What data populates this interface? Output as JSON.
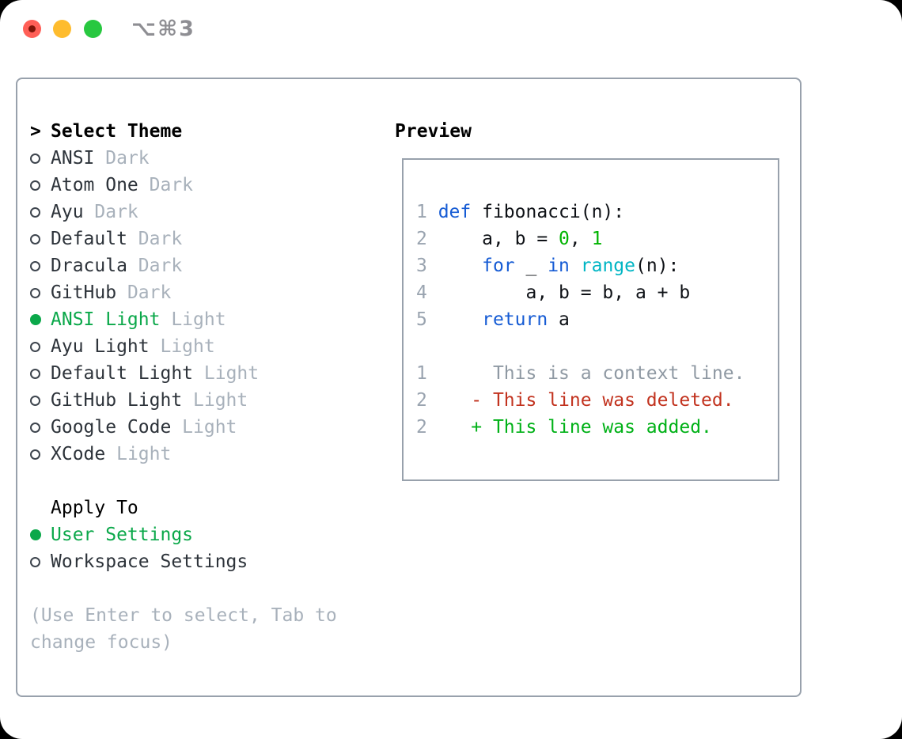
{
  "window": {
    "shortcut_label": "⌥⌘3"
  },
  "theme_selector": {
    "cursor": ">",
    "title": "Select Theme",
    "items": [
      {
        "name": "ANSI",
        "variant": "Dark",
        "selected": false
      },
      {
        "name": "Atom One",
        "variant": "Dark",
        "selected": false
      },
      {
        "name": "Ayu",
        "variant": "Dark",
        "selected": false
      },
      {
        "name": "Default",
        "variant": "Dark",
        "selected": false
      },
      {
        "name": "Dracula",
        "variant": "Dark",
        "selected": false
      },
      {
        "name": "GitHub",
        "variant": "Dark",
        "selected": false
      },
      {
        "name": "ANSI Light",
        "variant": "Light",
        "selected": true
      },
      {
        "name": "Ayu Light",
        "variant": "Light",
        "selected": false
      },
      {
        "name": "Default Light",
        "variant": "Light",
        "selected": false
      },
      {
        "name": "GitHub Light",
        "variant": "Light",
        "selected": false
      },
      {
        "name": "Google Code",
        "variant": "Light",
        "selected": false
      },
      {
        "name": "XCode",
        "variant": "Light",
        "selected": false
      }
    ]
  },
  "apply_to": {
    "title": "Apply To",
    "options": [
      {
        "name": "User Settings",
        "selected": true
      },
      {
        "name": "Workspace Settings",
        "selected": false
      }
    ]
  },
  "hint": "(Use Enter to select, Tab to change focus)",
  "preview": {
    "title": "Preview",
    "lines": [
      [
        [
          "1 ",
          "ln"
        ],
        [
          "def",
          "kw"
        ],
        [
          " fibonacci(n):",
          "fg"
        ]
      ],
      [
        [
          "2 ",
          "ln"
        ],
        [
          "    a, b = ",
          "fg"
        ],
        [
          "0",
          "num"
        ],
        [
          ", ",
          "fg"
        ],
        [
          "1",
          "num"
        ]
      ],
      [
        [
          "3 ",
          "ln"
        ],
        [
          "    ",
          "fg"
        ],
        [
          "for",
          "kw"
        ],
        [
          " _ ",
          "fg"
        ],
        [
          "in",
          "kw"
        ],
        [
          " ",
          "fg"
        ],
        [
          "range",
          "fn"
        ],
        [
          "(n):",
          "fg"
        ]
      ],
      [
        [
          "4 ",
          "ln"
        ],
        [
          "        a, b = b, a + b",
          "fg"
        ]
      ],
      [
        [
          "5 ",
          "ln"
        ],
        [
          "    ",
          "fg"
        ],
        [
          "return",
          "kw"
        ],
        [
          " a",
          "fg"
        ]
      ],
      [],
      [
        [
          "1",
          "ln"
        ],
        [
          "      This is a context line.",
          "ctx"
        ]
      ],
      [
        [
          "2",
          "ln"
        ],
        [
          "    ",
          "fg"
        ],
        [
          "- This line was deleted.",
          "del"
        ]
      ],
      [
        [
          "2",
          "ln"
        ],
        [
          "    ",
          "fg"
        ],
        [
          "+ This line was added.",
          "add"
        ]
      ]
    ]
  },
  "colors": {
    "fg": "#0e1116",
    "ln": "#9aa4b0",
    "ctx": "#8f99a3",
    "kw": "#155bd4",
    "num": "#00b400",
    "fn": "#00b5c4",
    "del": "#c2331f",
    "add": "#00b117",
    "accent_green": "#0ba84a",
    "item_text": "#2d333a",
    "dim": "#a8b1bb",
    "titlebar_text": "#8e8e93",
    "traffic_red": "#ff5f57",
    "traffic_red_dot": "#7e1408",
    "traffic_yellow": "#febc2e",
    "traffic_green": "#28c840"
  }
}
